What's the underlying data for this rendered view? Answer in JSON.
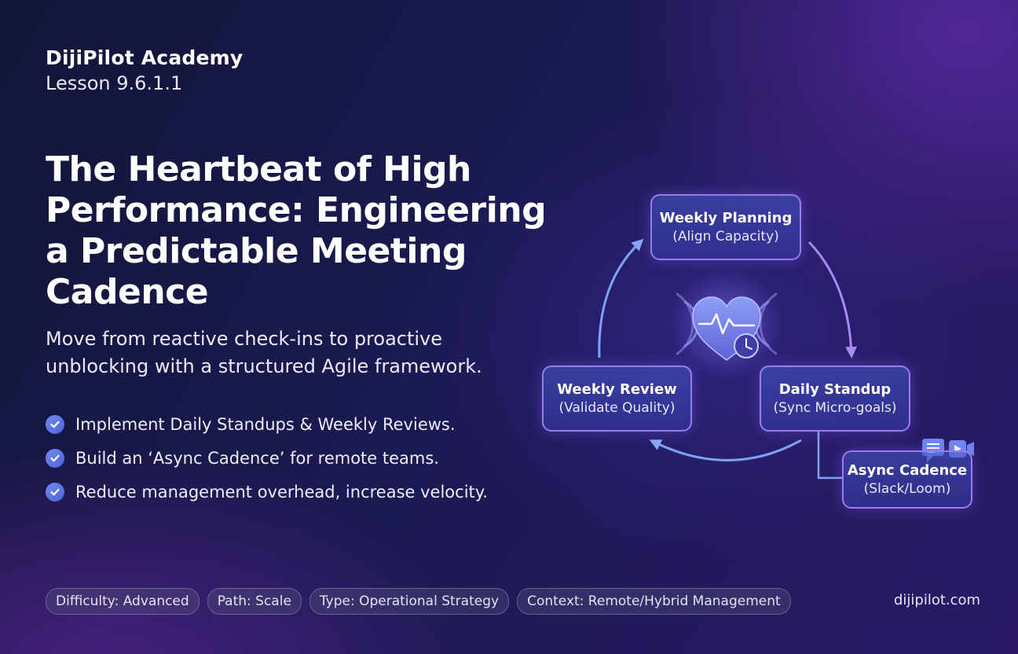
{
  "brand": {
    "name": "DijiPilot Academy",
    "lesson": "Lesson 9.6.1.1"
  },
  "headline": "The Heartbeat of High Performance: Engineering a Predictable Meeting Cadence",
  "subheadline": "Move from reactive check-ins to proactive unblocking with a structured Agile framework.",
  "bullets": [
    "Implement Daily Standups & Weekly Reviews.",
    "Build an ‘Async Cadence’ for remote teams.",
    "Reduce management overhead, increase velocity."
  ],
  "cycle": {
    "nodes": [
      {
        "title": "Weekly Planning",
        "subtitle": "(Align Capacity)"
      },
      {
        "title": "Daily Standup",
        "subtitle": "(Sync Micro-goals)"
      },
      {
        "title": "Weekly Review",
        "subtitle": "(Validate Quality)"
      },
      {
        "title": "Async Cadence",
        "subtitle": "(Slack/Loom)"
      }
    ],
    "center_icon": "heart-pulse-clock-icon",
    "async_icons": [
      "chat-icon",
      "video-camera-icon"
    ]
  },
  "tags": [
    "Difficulty: Advanced",
    "Path: Scale",
    "Type: Operational Strategy",
    "Context: Remote/Hybrid Management"
  ],
  "site": "dijipilot.com",
  "colors": {
    "accent": "#9a7af0",
    "arrow": "#7ea2f5",
    "check": "#5b73e0",
    "heart": "#7b8cf0"
  }
}
